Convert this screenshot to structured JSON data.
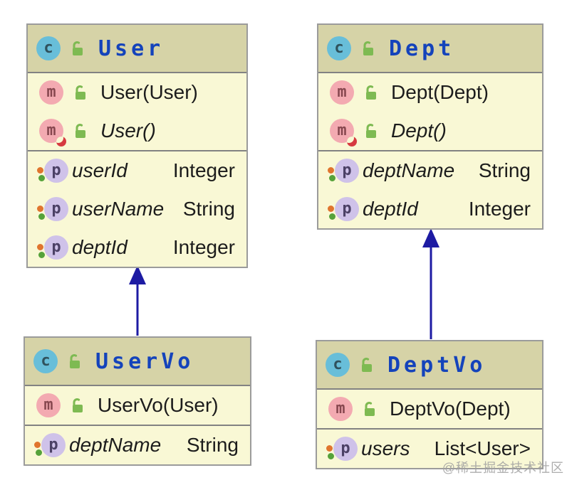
{
  "watermark": "@稀土掘金技术社区",
  "icons": {
    "class_glyph": "c",
    "method_glyph": "m",
    "property_glyph": "p"
  },
  "colors": {
    "header_bg": "#d6d3a7",
    "body_bg": "#f9f8d5",
    "border": "#9b9b9b",
    "title_blue": "#1443bb",
    "arrow_navy": "#1d1ba3",
    "class_icon": "#68bed9",
    "method_icon": "#f3aab1",
    "property_icon": "#cfc2e9",
    "lock_green": "#7eba52",
    "dot_orange": "#e0752e",
    "dot_green": "#56a23a",
    "crescent_red": "#d63a40"
  },
  "classes": [
    {
      "title": "User",
      "methods": [
        {
          "label": "User(User)",
          "italic": false,
          "generated": false
        },
        {
          "label": "User()",
          "italic": true,
          "generated": true
        }
      ],
      "properties": [
        {
          "name": "userId",
          "type": "Integer"
        },
        {
          "name": "userName",
          "type": "String"
        },
        {
          "name": "deptId",
          "type": "Integer"
        }
      ]
    },
    {
      "title": "Dept",
      "methods": [
        {
          "label": "Dept(Dept)",
          "italic": false,
          "generated": false
        },
        {
          "label": "Dept()",
          "italic": true,
          "generated": true
        }
      ],
      "properties": [
        {
          "name": "deptName",
          "type": "String"
        },
        {
          "name": "deptId",
          "type": "Integer"
        }
      ]
    },
    {
      "title": "UserVo",
      "methods": [
        {
          "label": "UserVo(User)",
          "italic": false,
          "generated": false
        }
      ],
      "properties": [
        {
          "name": "deptName",
          "type": "String"
        }
      ]
    },
    {
      "title": "DeptVo",
      "methods": [
        {
          "label": "DeptVo(Dept)",
          "italic": false,
          "generated": false
        }
      ],
      "properties": [
        {
          "name": "users",
          "type": "List<User>"
        }
      ]
    }
  ],
  "relations": [
    {
      "from": "UserVo",
      "to": "User",
      "type": "inheritance"
    },
    {
      "from": "DeptVo",
      "to": "Dept",
      "type": "inheritance"
    }
  ]
}
